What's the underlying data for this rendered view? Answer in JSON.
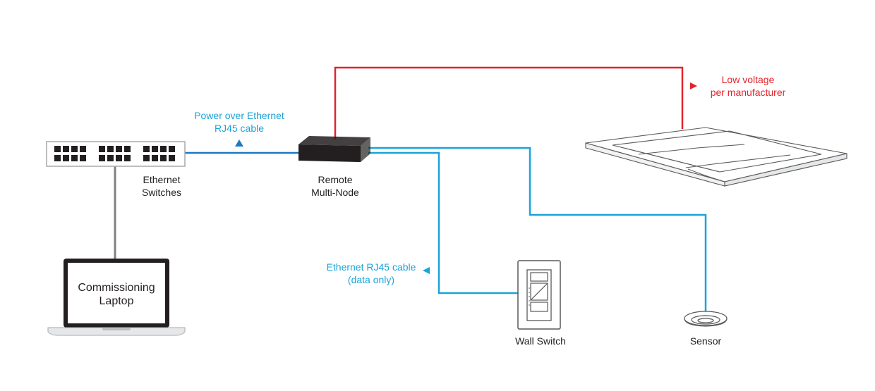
{
  "colors": {
    "poe_cable": "#1f78c0",
    "data_cable": "#1ba3da",
    "low_voltage": "#e3232c",
    "laptop_link": "#808080",
    "device_dark": "#231f20",
    "label_dark": "#231f20"
  },
  "labels": {
    "poe_line1": "Power over Ethernet",
    "poe_line2": "RJ45 cable",
    "switches_line1": "Ethernet",
    "switches_line2": "Switches",
    "node_line1": "Remote",
    "node_line2": "Multi-Node",
    "low_voltage_line1": "Low voltage",
    "low_voltage_line2": "per manufacturer",
    "data_cable_line1": "Ethernet RJ45 cable",
    "data_cable_line2": "(data only)",
    "laptop_line1": "Commissioning",
    "laptop_line2": "Laptop",
    "wall_switch": "Wall Switch",
    "sensor": "Sensor"
  },
  "icons": {
    "switch": "ethernet-switch-icon",
    "node": "multi-node-box-icon",
    "laptop": "laptop-icon",
    "fixture": "ceiling-light-fixture-icon",
    "wall_switch": "wall-switch-icon",
    "sensor": "ceiling-sensor-icon"
  }
}
